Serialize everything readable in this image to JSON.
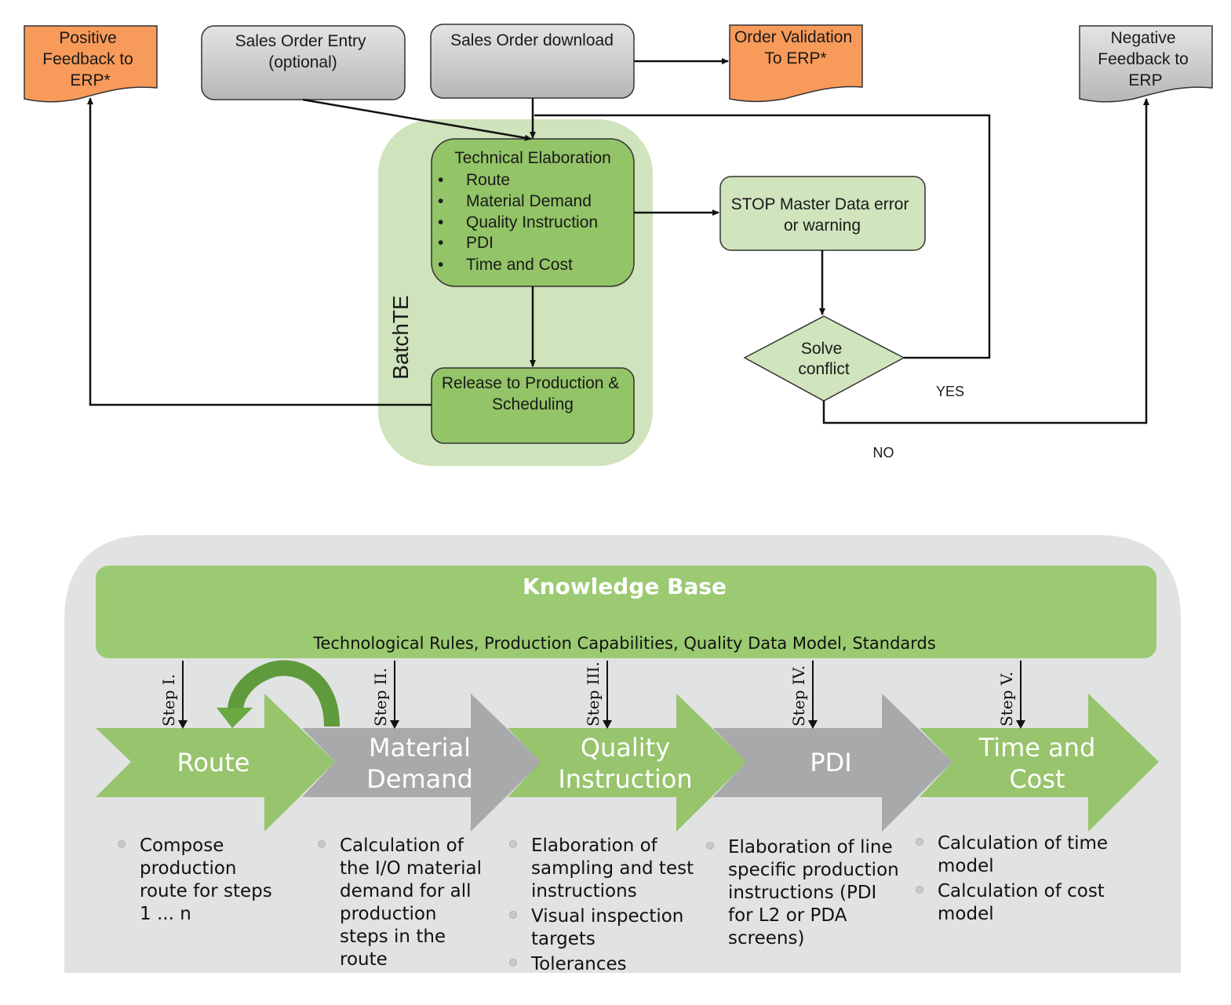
{
  "flowchart": {
    "positive_feedback": [
      "Positive",
      "Feedback to",
      "ERP*"
    ],
    "sales_order_entry": [
      "Sales Order Entry",
      "(optional)"
    ],
    "sales_order_download": [
      "Sales Order download"
    ],
    "order_validation": [
      "Order Validation",
      "To ERP*"
    ],
    "negative_feedback": [
      "Negative",
      "Feedback to",
      "ERP"
    ],
    "batch_label": "BatchTE",
    "technical_elaboration": {
      "title": "Technical Elaboration",
      "items": [
        "Route",
        "Material Demand",
        "Quality Instruction",
        "PDI",
        "Time and Cost"
      ]
    },
    "stop_box": [
      "STOP Master Data error",
      "or warning"
    ],
    "decision": [
      "Solve",
      "conflict"
    ],
    "yes_label": "YES",
    "no_label": "NO",
    "release_box": [
      "Release to Production &",
      "Scheduling"
    ]
  },
  "knowledge_base": {
    "title": "Knowledge Base",
    "subtitle": "Technological Rules, Production Capabilities, Quality Data Model, Standards"
  },
  "steps": [
    {
      "step_label": "Step I.",
      "title": [
        "Route"
      ],
      "color": "green",
      "bullets": [
        [
          "Compose",
          "production",
          "route for steps",
          "1 ... n"
        ]
      ]
    },
    {
      "step_label": "Step II.",
      "title": [
        "Material",
        "Demand"
      ],
      "color": "gray",
      "bullets": [
        [
          "Calculation of",
          "the I/O material",
          "demand for all",
          "production",
          "steps in the",
          "route"
        ]
      ]
    },
    {
      "step_label": "Step III.",
      "title": [
        "Quality",
        "Instruction"
      ],
      "color": "green",
      "bullets": [
        [
          "Elaboration of",
          "sampling and test",
          "instructions"
        ],
        [
          "Visual inspection",
          "targets"
        ],
        [
          "Tolerances"
        ]
      ]
    },
    {
      "step_label": "Step IV.",
      "title": [
        "PDI"
      ],
      "color": "gray",
      "bullets": [
        [
          "Elaboration of line",
          "specific production",
          "instructions (PDI",
          "for L2 or PDA",
          "screens)"
        ]
      ]
    },
    {
      "step_label": "Step V.",
      "title": [
        "Time and",
        "Cost"
      ],
      "color": "green",
      "bullets": [
        [
          "Calculation of time",
          "model"
        ],
        [
          "Calculation of cost",
          "model"
        ]
      ]
    }
  ],
  "colors": {
    "orange": "#f79a5a",
    "gray_box": "#c9cbcc",
    "green_dark": "#93c467",
    "green_light": "#d0e4bd",
    "green_container": "#cfe3bc",
    "kb_green": "#9bca72",
    "arrow_green": "#97c46c",
    "arrow_gray": "#a8a9ab",
    "panel_gray": "#e1e2e2",
    "curved_arrow": "#5f9a3c"
  }
}
